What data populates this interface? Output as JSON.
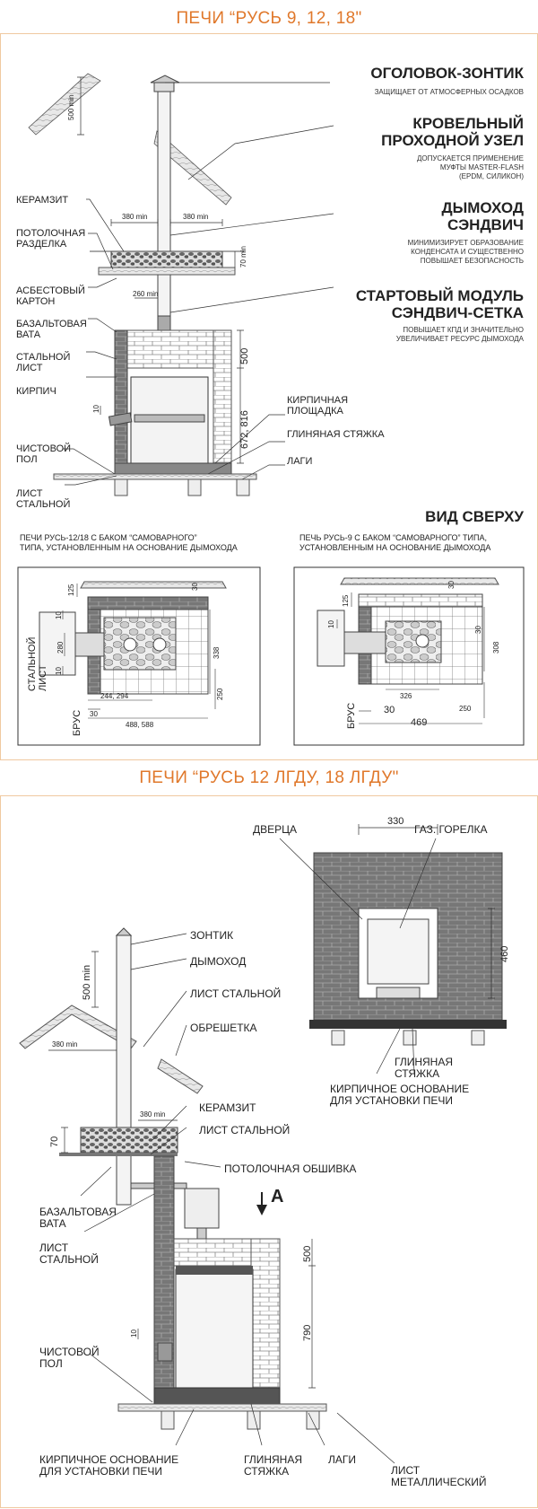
{
  "section1": {
    "title": "ПЕЧИ “РУСЬ 9, 12, 18\"",
    "headings": [
      {
        "title": "ОГОЛОВОК-ЗОНТИК",
        "desc": "ЗАЩИЩАЕТ ОТ АТМОСФЕРНЫХ ОСАДКОВ"
      },
      {
        "title": "КРОВЕЛЬНЫЙ\nПРОХОДНОЙ УЗЕЛ",
        "desc": "ДОПУСКАЕТСЯ ПРИМЕНЕНИЕ\nМУФТЫ MASTER-FLASH\n(EPDM, СИЛИКОН)"
      },
      {
        "title": "ДЫМОХОД\nСЭНДВИЧ",
        "desc": "МИНИМИЗИРУЕТ ОБРАЗОВАНИЕ\nКОНДЕНСАТА И СУЩЕСТВЕННО\nПОВЫШАЕТ БЕЗОПАСНОСТЬ"
      },
      {
        "title": "СТАРТОВЫЙ МОДУЛЬ\nСЭНДВИЧ-СЕТКА",
        "desc": "ПОВЫШАЕТ КПД И ЗНАЧИТЕЛЬНО\nУВЕЛИЧИВАЕТ РЕСУРС ДЫМОХОДА"
      }
    ],
    "left_labels": [
      "КЕРАМЗИТ",
      "ПОТОЛОЧНАЯ\nРАЗДЕЛКА",
      "АСБЕСТОВЫЙ\nКАРТОН",
      "БАЗАЛЬТОВАЯ\nВАТА",
      "СТАЛЬНОЙ\nЛИСТ",
      "КИРПИЧ",
      "ЧИСТОВОЙ\nПОЛ",
      "ЛИСТ\nСТАЛЬНОЙ"
    ],
    "right_labels": [
      "КИРПИЧНАЯ\nПЛОЩАДКА",
      "ГЛИНЯНАЯ СТЯЖКА",
      "ЛАГИ"
    ],
    "dims": {
      "roof": "500 min",
      "left": "380 min",
      "right": "380 min",
      "ceiling": "70 min",
      "gap": "260 min",
      "top": "500",
      "height": "672, 816",
      "small": "10"
    },
    "top_view": {
      "title": "ВИД СВЕРХУ",
      "left_caption": "ПЕЧИ РУСЬ-12/18 С БАКОМ “САМОВАРНОГО”\nТИПА, УСТАНОВЛЕННЫМ НА ОСНОВАНИЕ ДЫМОХОДА",
      "right_caption": "ПЕЧЬ РУСЬ-9 С БАКОМ “САМОВАРНОГО” ТИПА,\nУСТАНОВЛЕННЫМ НА ОСНОВАНИЕ ДЫМОХОДА",
      "left_dims": [
        "125",
        "30",
        "10",
        "280",
        "338",
        "10",
        "250",
        "244, 294",
        "30",
        "488, 588"
      ],
      "right_dims": [
        "125",
        "30",
        "10",
        "30",
        "308",
        "326",
        "250",
        "30",
        "469"
      ],
      "side_labels": [
        "СТАЛЬНОЙ\nЛИСТ",
        "БРУС",
        "БРУС"
      ]
    }
  },
  "section2": {
    "title": "ПЕЧИ “РУСЬ 12 ЛГДУ, 18 ЛГДУ\"",
    "front_labels": {
      "door": "ДВЕРЦА",
      "burner": "ГАЗ. ГОРЕЛКА",
      "width": "330",
      "height": "460",
      "screed": "ГЛИНЯНАЯ\nСТЯЖКА",
      "base": "КИРПИЧНОЕ ОСНОВАНИЕ\nДЛЯ УСТАНОВКИ ПЕЧИ"
    },
    "right_labels": [
      "ЗОНТИК",
      "ДЫМОХОД",
      "ЛИСТ СТАЛЬНОЙ",
      "ОБРЕШЕТКА",
      "КЕРАМЗИТ",
      "ЛИСТ СТАЛЬНОЙ",
      "ПОТОЛОЧНАЯ ОБШИВКА"
    ],
    "left_labels": [
      "БАЗАЛЬТОВАЯ\nВАТА",
      "ЛИСТ\nСТАЛЬНОЙ",
      "ЧИСТОВОЙ\nПОЛ"
    ],
    "bottom_labels": [
      "КИРПИЧНОЕ ОСНОВАНИЕ\nДЛЯ УСТАНОВКИ ПЕЧИ",
      "ГЛИНЯНАЯ\nСТЯЖКА",
      "ЛАГИ",
      "ЛИСТ\nМЕТАЛЛИЧЕСКИЙ"
    ],
    "arrow_label": "A",
    "dims": {
      "roof": "500 min",
      "eave": "380 min",
      "ceil": "380 min",
      "ceiling": "70",
      "top": "500",
      "height": "790",
      "small": "10"
    }
  }
}
